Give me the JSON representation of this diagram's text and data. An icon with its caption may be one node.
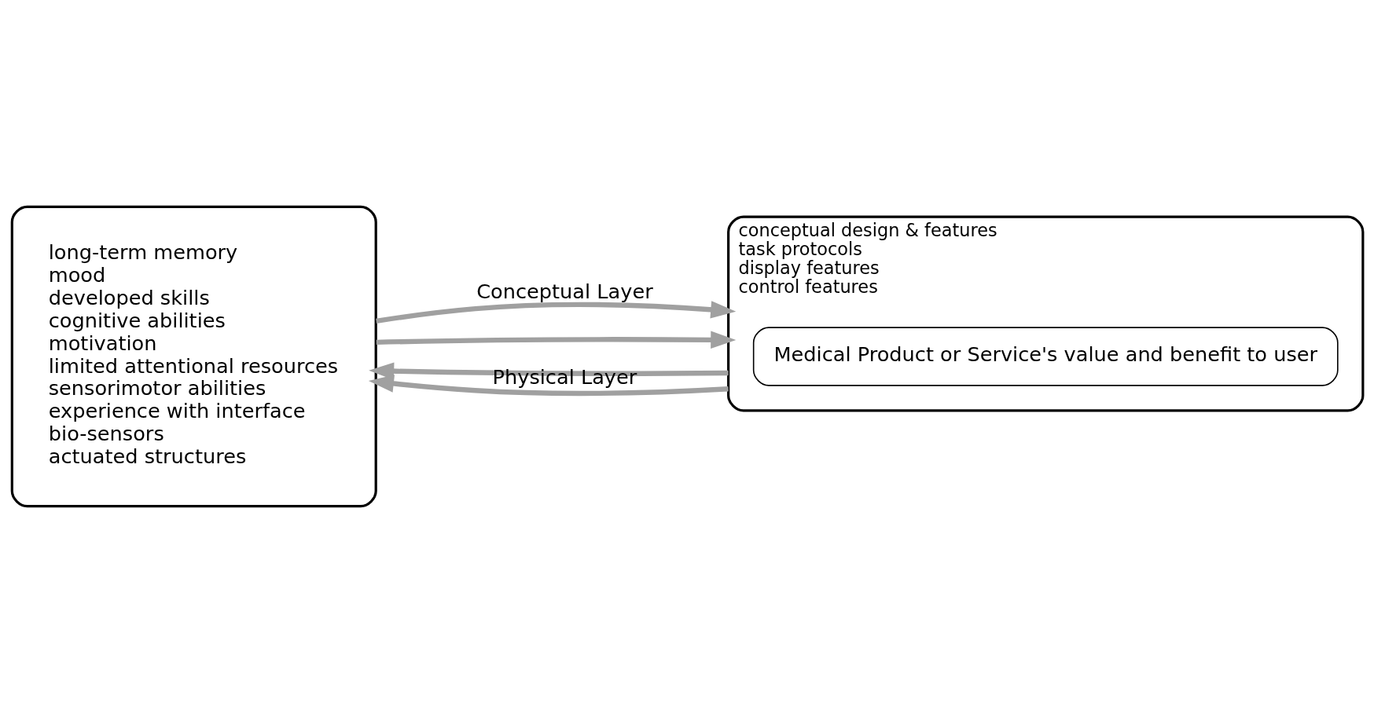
{
  "diagram": {
    "nodes": [
      {
        "text": [
          "long-term memory",
          "mood",
          "developed skills",
          "cognitive abilities",
          "motivation",
          "limited attentional resources",
          "sensorimotor abilities",
          "experience with interface",
          "bio-sensors",
          "actuated structures"
        ]
      },
      {
        "text": [
          "conceptual design & features",
          "task protocols",
          "display features",
          "control features"
        ]
      },
      {
        "text": [
          "Medical Product or Service's value and benefit to user"
        ],
        "in": 1
      }
    ],
    "edges": [
      {
        "from": 0,
        "to": 1,
        "arrow": "to",
        "label": "Conceptual Layer"
      },
      {
        "from": 1,
        "to": 0,
        "arrow": "to"
      },
      {
        "from": 0,
        "to": 1,
        "arrow": "to"
      },
      {
        "from": 1,
        "to": 0,
        "arrow": "to",
        "label": "Physical Layer"
      }
    ]
  }
}
